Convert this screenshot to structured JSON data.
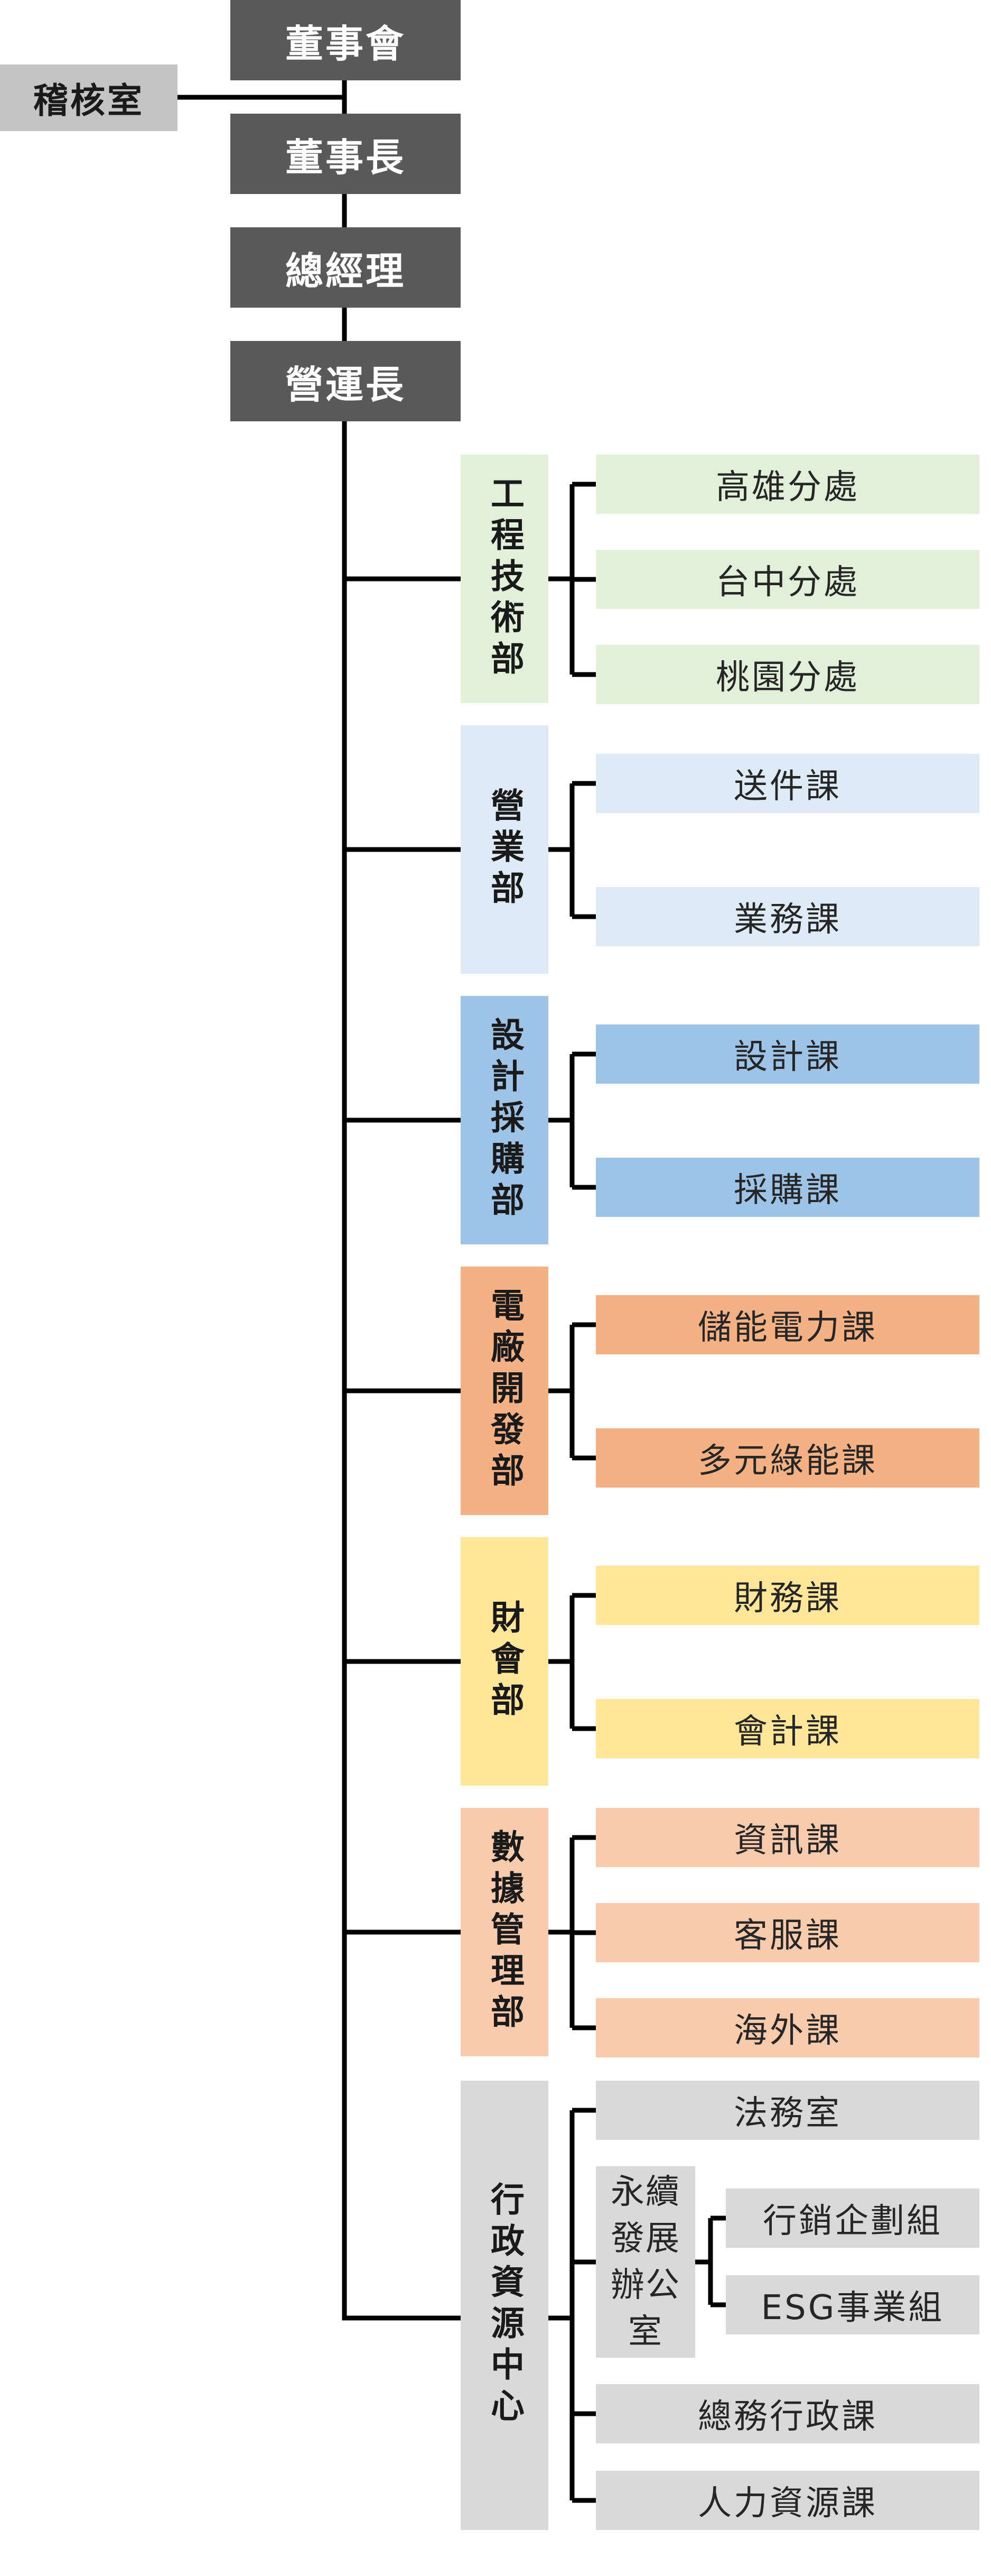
{
  "org": {
    "audit": "稽核室",
    "executives": [
      "董事會",
      "董事長",
      "總經理",
      "營運長"
    ],
    "departments": [
      {
        "name": "工程技術部",
        "color": "#e2efd9",
        "units": [
          "高雄分處",
          "台中分處",
          "桃園分處"
        ]
      },
      {
        "name": "營業部",
        "color": "#deebf7",
        "units": [
          "送件課",
          "業務課"
        ]
      },
      {
        "name": "設計採購部",
        "color": "#9dc3e6",
        "units": [
          "設計課",
          "採購課"
        ]
      },
      {
        "name": "電廠開發部",
        "color": "#f4b183",
        "units": [
          "儲能電力課",
          "多元綠能課"
        ]
      },
      {
        "name": "財會部",
        "color": "#ffe699",
        "units": [
          "財務課",
          "會計課"
        ]
      },
      {
        "name": "數據管理部",
        "color": "#f8cbad",
        "units": [
          "資訊課",
          "客服課",
          "海外課"
        ]
      },
      {
        "name": "行政資源中心",
        "color": "#d9d9d9",
        "units": [
          "法務室",
          "永續發展辦公室",
          "總務行政課",
          "人力資源課"
        ],
        "sustainability": {
          "name": "永續發展辦公室",
          "lines": [
            "永續",
            "發展",
            "辦公",
            "室"
          ],
          "groups": [
            "行銷企劃組",
            "ESG事業組"
          ]
        }
      }
    ]
  }
}
